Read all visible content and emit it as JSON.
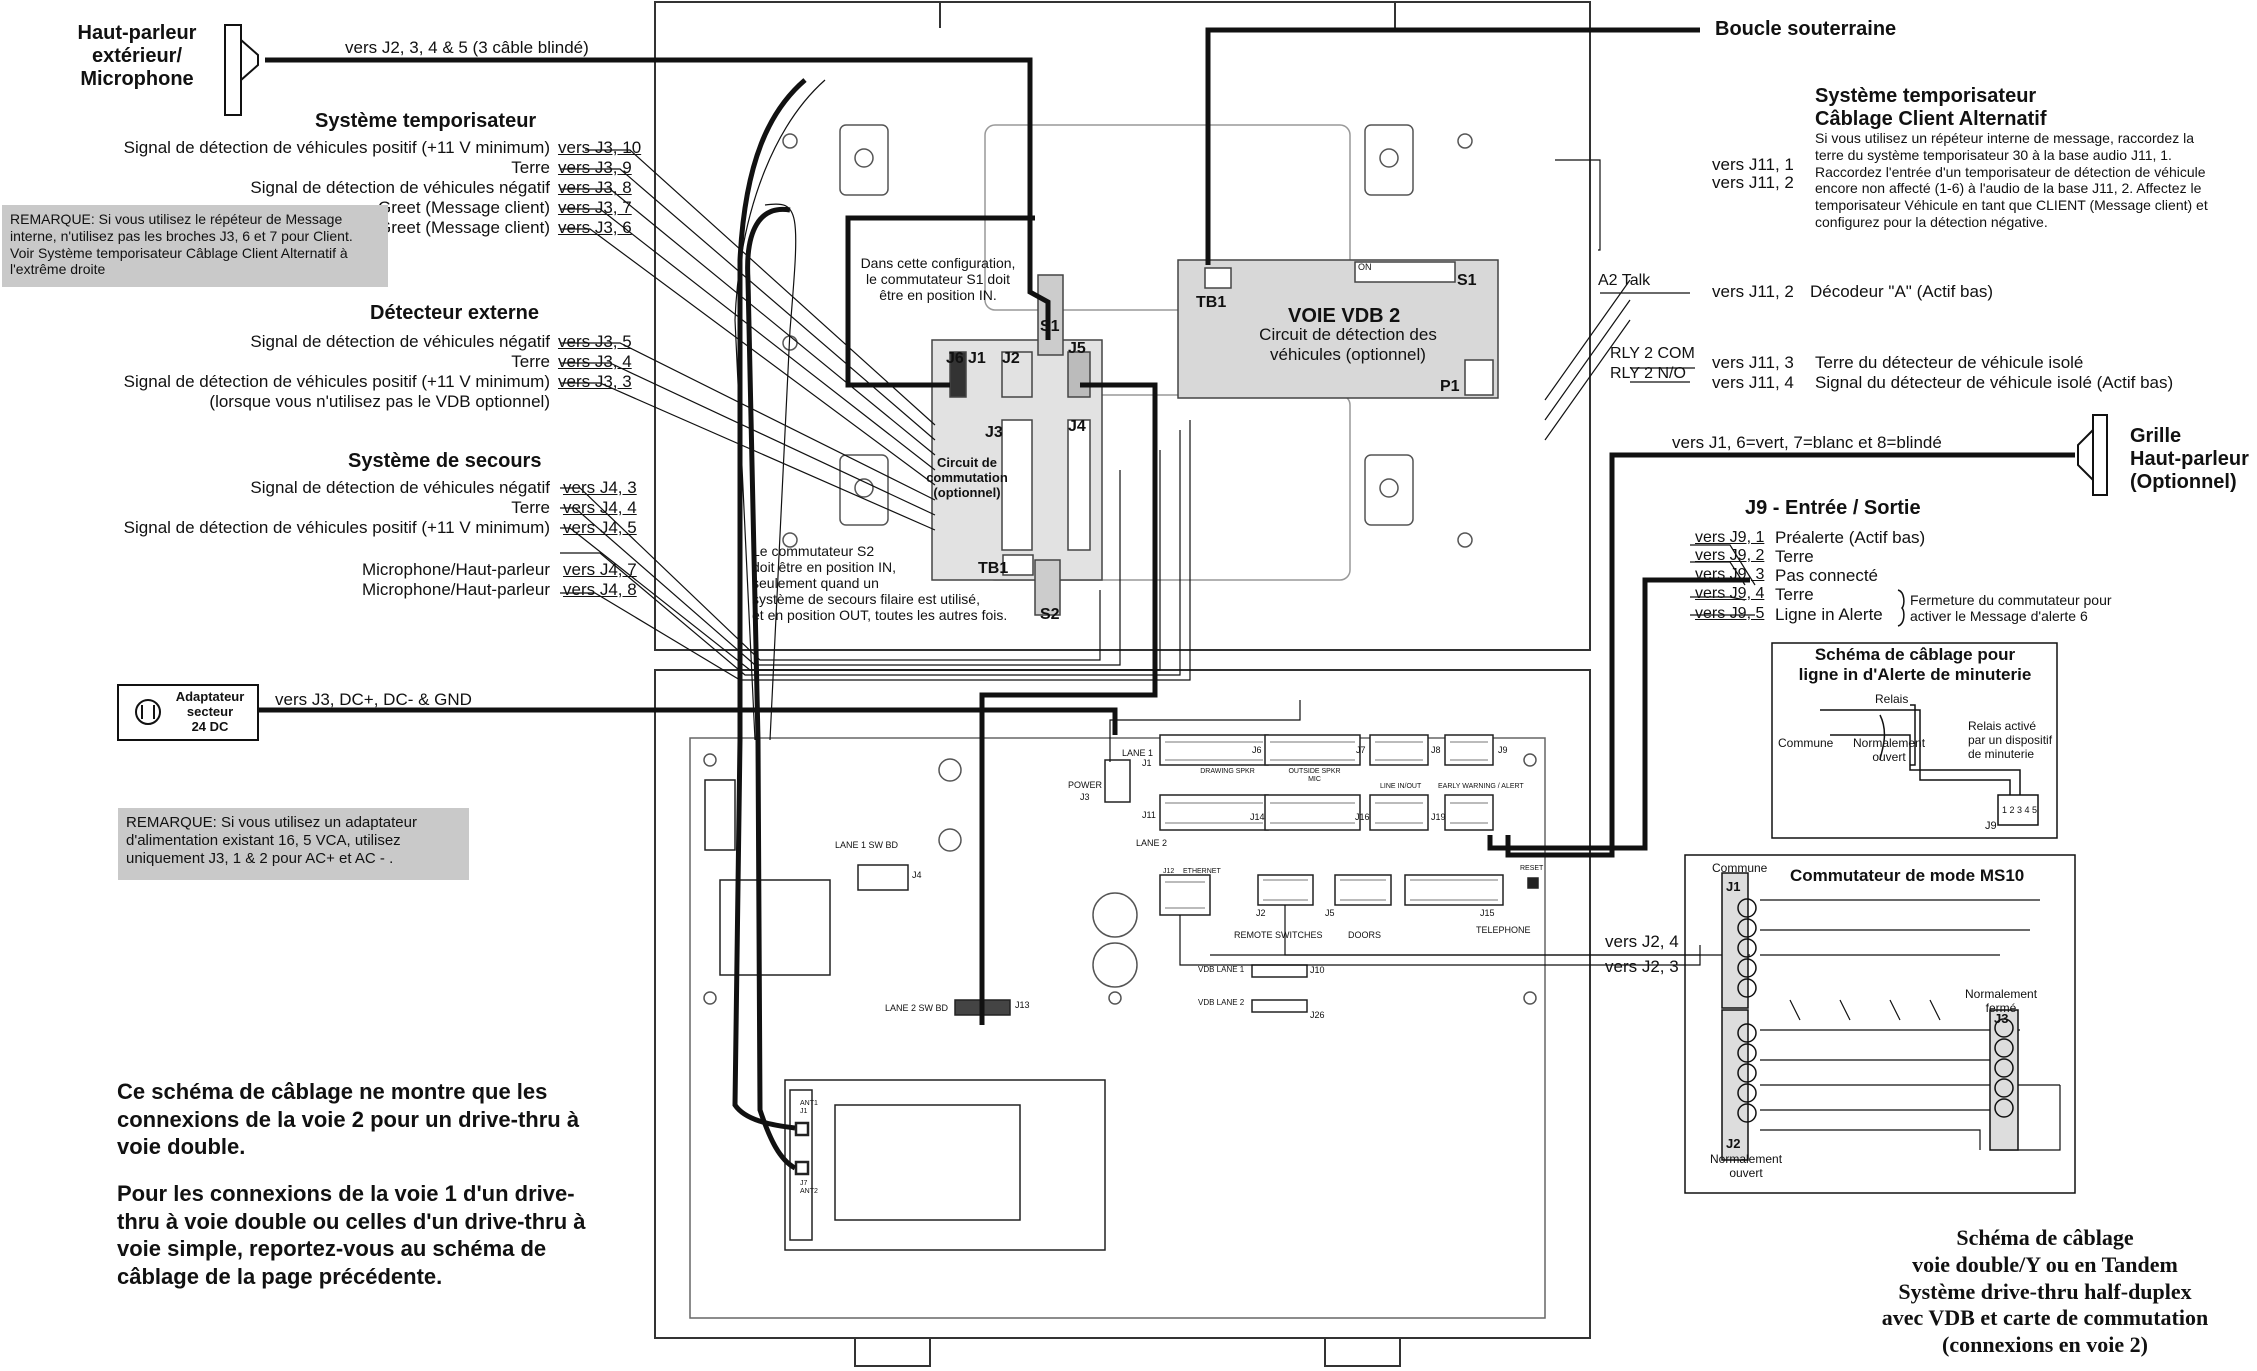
{
  "colors": {
    "wire": "#111111",
    "panel_fill": "#e2e2e2",
    "note_fill": "#c9c9c9",
    "board_line": "#888888"
  },
  "icons": [
    "speaker-icon",
    "power-adapter-icon",
    "screw-hole-icon"
  ],
  "left": {
    "speaker_label": "Haut-parleur\nextérieur/\nMicrophone",
    "speaker_wire": "vers J2, 3, 4 & 5 (3 câble blindé)",
    "timer_title": "Système temporisateur",
    "timer_items": [
      "Signal de détection de véhicules positif (+11 V minimum)",
      "Terre",
      "Signal de détection de véhicules négatif",
      "Greet (Message client)",
      "Greet (Message client)"
    ],
    "timer_targets": [
      "vers J3, 10",
      "vers J3, 9",
      "vers J3, 8",
      "vers J3, 7",
      "vers J3, 6"
    ],
    "note1": "REMARQUE: Si vous utilisez le répéteur de Message interne, n'utilisez pas les broches J3, 6 et 7 pour Client. Voir Système temporisateur Câblage Client Alternatif à l'extrême droite",
    "detector_title": "Détecteur externe",
    "detector_items": [
      "Signal de détection de véhicules négatif",
      "Terre",
      "Signal de détection de véhicules positif (+11 V minimum)",
      "(lorsque vous n'utilisez pas le VDB optionnel)"
    ],
    "detector_targets": [
      "vers J3, 5",
      "vers J3, 4",
      "vers J3, 3"
    ],
    "backup_title": "Système de secours",
    "backup_items": [
      "Signal de détection de véhicules négatif",
      "Terre",
      "Signal de détection de véhicules positif (+11 V minimum)",
      "Microphone/Haut-parleur",
      "Microphone/Haut-parleur"
    ],
    "backup_targets": [
      "vers J4, 3",
      "vers J4, 4",
      "vers J4, 5",
      "vers J4, 7",
      "vers J4, 8"
    ],
    "adapter_label": "Adaptateur\nsecteur\n24 DC",
    "adapter_wire": "vers J3, DC+, DC- & GND",
    "note2": "REMARQUE: Si vous utilisez un adaptateur d'alimentation existant 16, 5 VCA, utilisez uniquement J3, 1 & 2 pour AC+ et AC - .",
    "caption1": "Ce schéma de câblage ne montre que les connexions de la voie 2 pour un drive-thru à voie double.",
    "caption2": "Pour les connexions de la voie 1 d'un drive-thru à voie double ou celles d'un drive-thru à voie simple, reportez-vous au schéma de câblage de la page précédente."
  },
  "center": {
    "s1_note": "Dans cette configuration,\nle commutateur S1 doit\nêtre en position IN.",
    "s2_note": "Le commutateur S2\ndoit être en position IN,\nseulement quand un\nsystème de secours filaire est utilisé,\net en position OUT, toutes les autres fois.",
    "switch_card": "Circuit de\ncommutation\n(optionnel)",
    "s1": "S1",
    "s2": "S2",
    "j6": "J6",
    "j1": "J1",
    "j2": "J2",
    "j5": "J5",
    "j3": "J3",
    "j4": "J4",
    "tb1": "TB1",
    "vdb_title": "VOIE VDB 2",
    "vdb_sub": "Circuit de détection des\nvéhicules (optionnel)",
    "vdb_tb1": "TB1",
    "vdb_s1": "S1",
    "vdb_p1": "P1",
    "vdb_on": "ON",
    "board_labels": {
      "lane1": "LANE 1",
      "j1": "J1",
      "power": "POWER",
      "j3": "J3",
      "j11": "J11",
      "lane2": "LANE 2",
      "drawing_spkr": "DRAWING SPKR",
      "outside_spkr": "OUTSIDE SPKR MIC",
      "j6": "J6",
      "j7": "J7",
      "j8": "J8",
      "line_inout": "LINE IN/OUT",
      "early_warning": "EARLY WARNING / ALERT",
      "j9": "J9",
      "j14": "J14",
      "j16": "J16",
      "j19": "J19",
      "ethernet": "ETHERNET",
      "j12": "J12",
      "reset": "RESET",
      "j2": "J2",
      "j5": "J5",
      "j15": "J15",
      "remote_switches": "REMOTE  SWITCHES",
      "doors": "DOORS",
      "telephone": "TELEPHONE",
      "lane1_sw": "LANE 1 SW BD",
      "j4": "J4",
      "lane2_sw": "LANE 2 SW BD",
      "j13": "J13",
      "vdb_lane1": "VDB LANE 1",
      "j10": "J10",
      "vdb_lane2": "VDB LANE 2",
      "j26": "J26",
      "ant1": "ANT1 J1",
      "ant2": "J7 ANT2"
    }
  },
  "right": {
    "loop": "Boucle souterraine",
    "alt_title": "Système temporisateur\nCâblage Client Alternatif",
    "alt_text": "Si vous utilisez un répéteur interne de message, raccordez la terre du système temporisateur 30 à la base audio J11, 1. Raccordez l'entrée d'un temporisateur de détection de véhicule encore non affecté (1-6) à l'audio de la base J11, 2. Affectez le temporisateur Véhicule en tant que CLIENT (Message client) et configurez pour la détection négative.",
    "alt_targets": [
      "vers J11, 1",
      "vers J11, 2"
    ],
    "a2talk": "A2 Talk",
    "a2talk_target": "vers J11, 2",
    "a2talk_desc": "Décodeur \"A\" (Actif bas)",
    "rly_com": "RLY 2 COM",
    "rly_no": "RLY 2 N/O",
    "rly_targets": [
      "vers J11, 3",
      "vers J11, 4"
    ],
    "rly_desc": [
      "Terre du détecteur de véhicule isolé",
      "Signal du détecteur de véhicule isolé (Actif bas)"
    ],
    "grille_wire": "vers J1, 6=vert, 7=blanc et 8=blindé",
    "grille_label": "Grille\nHaut-parleur\n(Optionnel)",
    "j9_title": "J9 - Entrée / Sortie",
    "j9_targets": [
      "vers J9, 1",
      "vers J9, 2",
      "vers J9, 3",
      "vers J9, 4",
      "vers J9, 5"
    ],
    "j9_desc": [
      "Préalerte (Actif bas)",
      "Terre",
      "Pas connecté",
      "Terre",
      "Ligne in Alerte"
    ],
    "j9_brace": "Fermeture du commutateur pour\nactiver le Message d'alerte 6",
    "alert_title": "Schéma de câblage pour\nligne in d'Alerte de minuterie",
    "relais": "Relais",
    "commune": "Commune",
    "norm_ouvert": "Normalement\nouvert",
    "relay_note": "Relais activé\npar un dispositif\nde minuterie",
    "j9_small": "J9",
    "pins12345": "1 2 3 4 5",
    "ms10_title": "Commutateur de mode MS10",
    "ms10_commune": "Commune",
    "ms10_j1": "J1",
    "ms10_j2": "J2",
    "ms10_j3": "J3",
    "ms10_nf": "Normalement\nfermé",
    "ms10_no": "Normalement\nouvert",
    "j2_targets": [
      "vers J2, 4",
      "vers J2, 3"
    ],
    "footer_title": "Schéma de câblage\nvoie double/Y ou en Tandem\nSystème drive-thru half-duplex\navec VDB et carte de commutation\n(connexions en voie 2)"
  }
}
